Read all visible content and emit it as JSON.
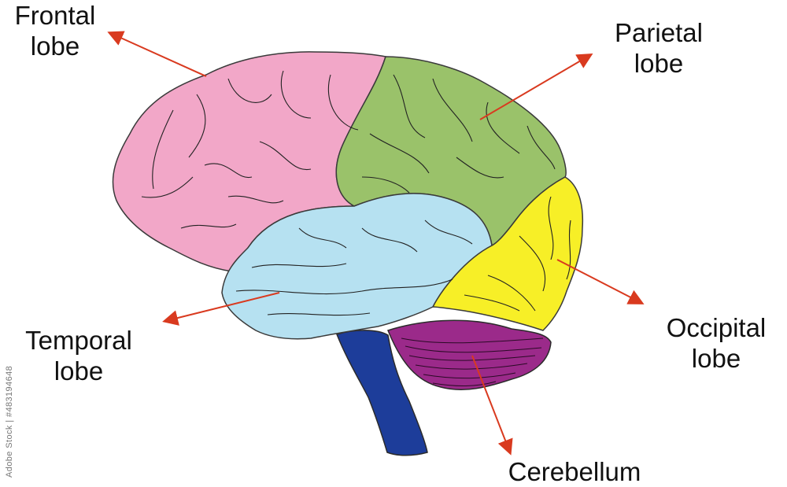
{
  "diagram": {
    "labels": {
      "frontal": {
        "line1": "Frontal",
        "line2": "lobe"
      },
      "parietal": {
        "line1": "Parietal",
        "line2": "lobe"
      },
      "temporal": {
        "line1": "Temporal",
        "line2": "lobe"
      },
      "occipital": {
        "line1": "Occipital",
        "line2": "lobe"
      },
      "cerebellum": {
        "line1": "Cerebellum"
      }
    },
    "colors": {
      "frontal": "#f2a7c8",
      "parietal": "#9ac26a",
      "temporal": "#b6e1f1",
      "occipital": "#f7ef27",
      "cerebellum": "#9b2a8a",
      "brainstem": "#1d3d9a",
      "arrow": "#d93a1f",
      "outline": "#3a3a3a"
    }
  },
  "watermark": {
    "text": "Adobe Stock | #483194648"
  }
}
